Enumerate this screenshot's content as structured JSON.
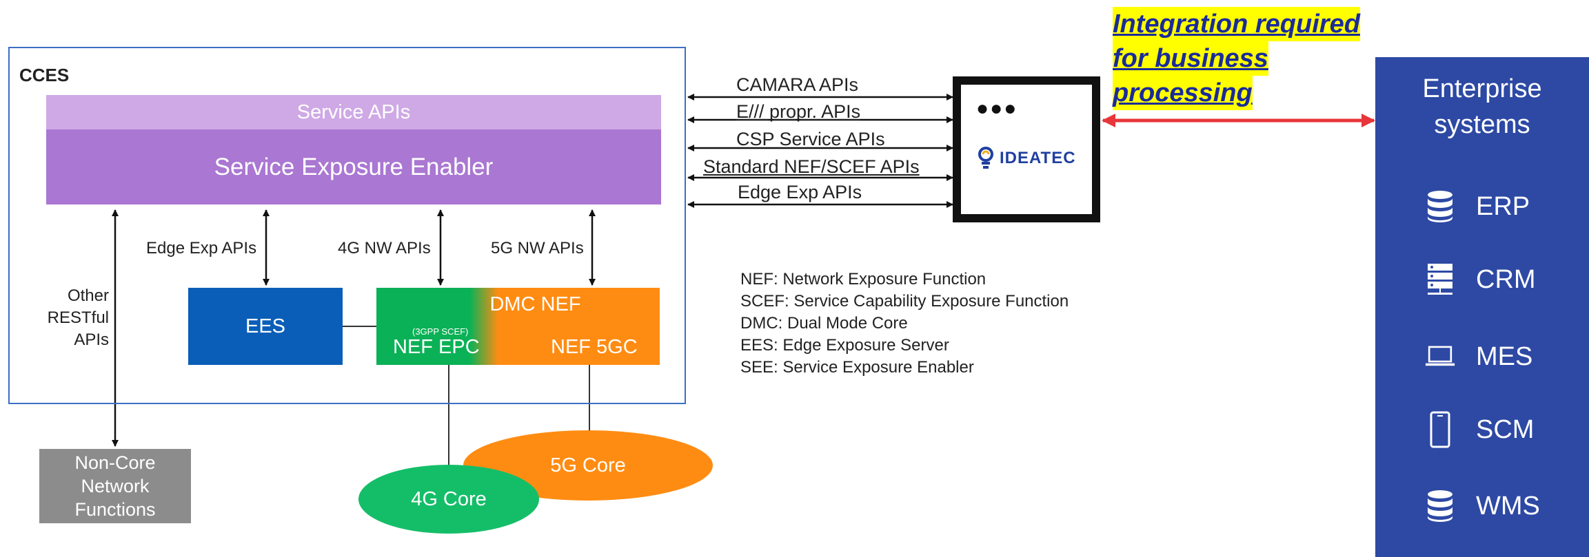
{
  "cces": {
    "title": "CCES",
    "service_apis": "Service APIs",
    "see": "Service Exposure Enabler",
    "edge_exp_apis": "Edge Exp APIs",
    "nw4g_apis": "4G NW APIs",
    "nw5g_apis": "5G NW APIs",
    "other_restful": [
      "Other",
      "RESTful",
      "APIs"
    ],
    "ees": "EES",
    "dmc_nef": "DMC NEF",
    "nef_sub": "(3GPP SCEF)",
    "nef_epc": "NEF EPC",
    "nef_5gc": "NEF 5GC"
  },
  "noncore": [
    "Non-Core",
    "Network",
    "Functions"
  ],
  "cores": {
    "core4g": "4G Core",
    "core5g": "5G Core"
  },
  "apis": [
    "CAMARA APIs",
    "E/// propr. APIs",
    "CSP Service APIs",
    "Standard NEF/SCEF APIs",
    "Edge Exp APIs"
  ],
  "ideatec": {
    "dots": "●●●",
    "brand": "IDEATEC"
  },
  "integration": [
    "Integration required",
    "for business",
    "processing"
  ],
  "legend": [
    "NEF: Network Exposure Function",
    "SCEF: Service Capability Exposure Function",
    "DMC: Dual Mode Core",
    "EES: Edge Exposure Server",
    "SEE: Service Exposure Enabler"
  ],
  "enterprise": {
    "title": [
      "Enterprise",
      "systems"
    ],
    "items": [
      {
        "label": "ERP",
        "icon": "database-icon"
      },
      {
        "label": "CRM",
        "icon": "server-icon"
      },
      {
        "label": "MES",
        "icon": "laptop-icon"
      },
      {
        "label": "SCM",
        "icon": "phone-icon"
      },
      {
        "label": "WMS",
        "icon": "database-icon"
      }
    ]
  },
  "colors": {
    "service_apis": "#cfa9e6",
    "see": "#aa77d2",
    "ees": "#0a5eb8",
    "nef_epc": "#0bb156",
    "nef_5gc": "#ff8c12",
    "noncore": "#8c8c8c",
    "core4g": "#14be68",
    "core5g": "#ff8c12",
    "enterprise": "#2d49a4",
    "highlight": "#ffff00",
    "integration_arrow": "#e8353a"
  }
}
